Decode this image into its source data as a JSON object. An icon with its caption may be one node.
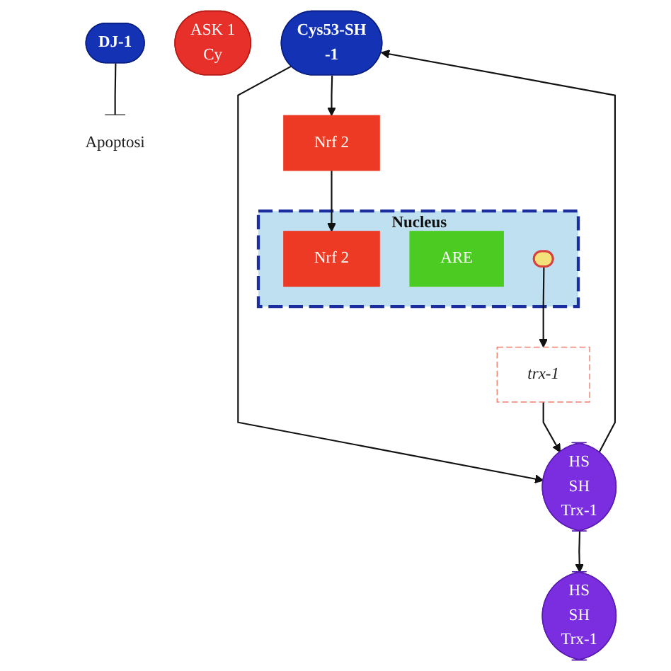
{
  "diagram": {
    "nodes": [
      {
        "text": [
          "Cys53-SH",
          "-1"
        ]
      },
      {
        "text": [
          "HS",
          "SH",
          "Trx-1"
        ]
      },
      {
        "text": [
          "HS",
          "SH",
          "Trx-1"
        ]
      },
      {
        "text": [
          "ASK 1",
          "Cy"
        ]
      },
      {
        "text": [
          "DJ-1"
        ]
      },
      {
        "text": [
          "Apoptosi"
        ]
      },
      {
        "text": [
          "Nrf 2"
        ]
      },
      {
        "text": [
          "Nucleus"
        ]
      },
      {
        "text": [
          "Nrf 2"
        ],
        "in": 7
      },
      {
        "text": [
          "ARE"
        ],
        "in": 7
      },
      {
        "text": [],
        "shape": "helix",
        "in": 7
      },
      {
        "text": [
          "trx-1"
        ]
      }
    ],
    "edges": [
      {
        "from": 1,
        "to": 0,
        "arrow": "to"
      },
      {
        "from": 0,
        "to": 1,
        "arrow": "to"
      },
      {
        "from": 1,
        "to": 2,
        "arrow": "to"
      },
      {
        "from": 0,
        "to": 6,
        "arrow": "to"
      },
      {
        "from": 6,
        "to": 8,
        "arrow": "to"
      },
      {
        "from": 10,
        "to": 11,
        "arrow": "to"
      },
      {
        "from": 11,
        "to": 1,
        "arrow": "to"
      },
      {
        "from": 4,
        "to": 5,
        "arrow": "other"
      }
    ]
  }
}
